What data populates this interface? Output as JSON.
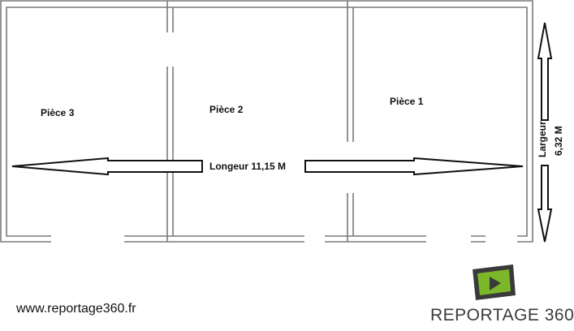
{
  "rooms": {
    "room1": "Pièce 1",
    "room2": "Pièce 2",
    "room3": "Pièce 3"
  },
  "dimensions": {
    "length": "Longeur 11,15 M",
    "width_line1": "Largeur",
    "width_line2": "6,32 M"
  },
  "footer": {
    "website": "www.reportage360.fr",
    "brand": "REPORTAGE 360"
  },
  "colors": {
    "wall": "#7a7a7a",
    "logo_green": "#7cb72a",
    "logo_dark": "#3a3a3a",
    "text": "#111111"
  },
  "icons": {
    "logo": "play-tv-icon"
  }
}
